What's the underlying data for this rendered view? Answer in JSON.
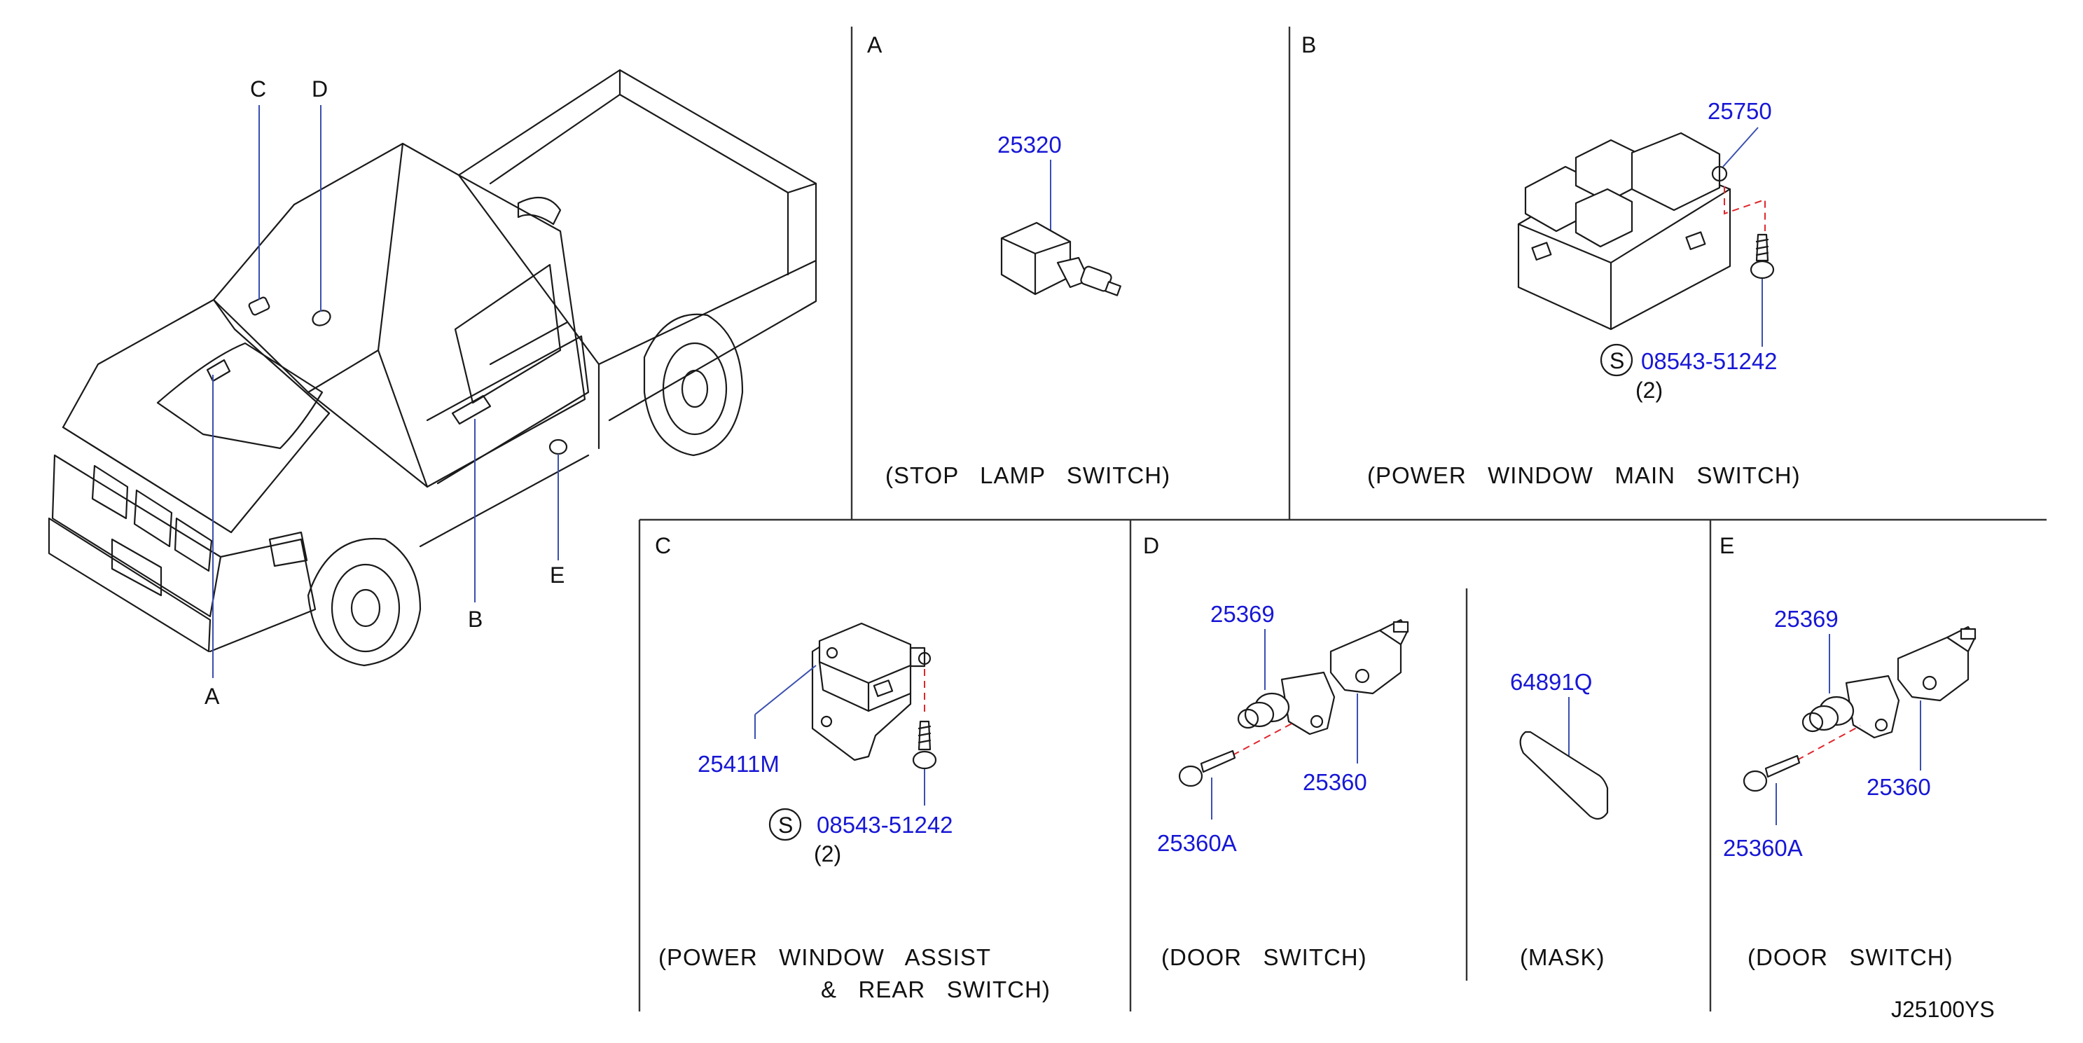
{
  "diagram": {
    "id_code": "J25100YS",
    "truck_labels": [
      "C",
      "D",
      "A",
      "B",
      "E"
    ],
    "panels": {
      "A": {
        "letter": "A",
        "parts": [
          "25320"
        ],
        "caption": "(STOP   LAMP   SWITCH)"
      },
      "B": {
        "letter": "B",
        "parts": [
          "25750",
          "08543-51242"
        ],
        "screw_symbol": "S",
        "qty": "(2)",
        "caption": "(POWER   WINDOW   MAIN   SWITCH)"
      },
      "C": {
        "letter": "C",
        "parts": [
          "25411M",
          "08543-51242"
        ],
        "screw_symbol": "S",
        "qty": "(2)",
        "caption_line1": "(POWER   WINDOW   ASSIST",
        "caption_line2": "&   REAR   SWITCH)"
      },
      "D": {
        "letter": "D",
        "parts": [
          "25369",
          "25360",
          "25360A"
        ],
        "caption": "(DOOR   SWITCH)"
      },
      "D2": {
        "parts": [
          "64891Q"
        ],
        "caption": "(MASK)"
      },
      "E": {
        "letter": "E",
        "parts": [
          "25369",
          "25360",
          "25360A"
        ],
        "caption": "(DOOR   SWITCH)"
      }
    }
  }
}
